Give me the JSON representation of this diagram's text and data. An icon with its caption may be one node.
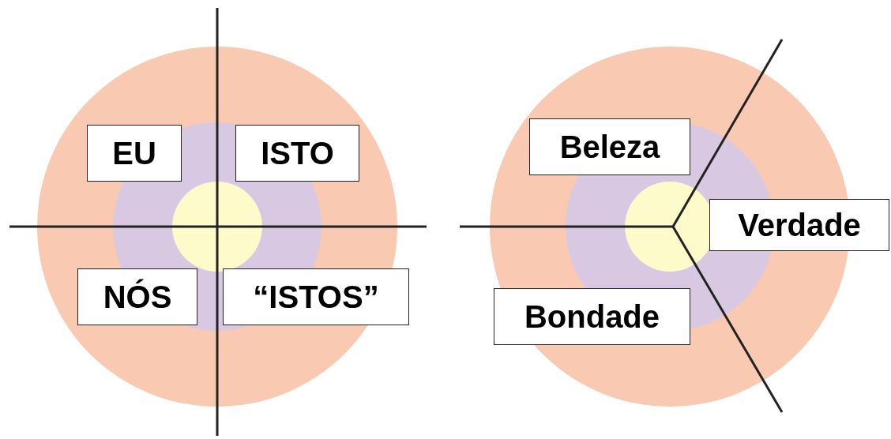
{
  "diagram": {
    "nodes": [
      {
        "text": [
          "EU"
        ]
      },
      {
        "text": [
          "ISTO"
        ]
      },
      {
        "text": [
          "NÓS"
        ]
      },
      {
        "text": [
          "“ISTOS”"
        ]
      },
      {
        "text": [
          "Beleza"
        ]
      },
      {
        "text": [
          "Verdade"
        ]
      },
      {
        "text": [
          "Bondade"
        ]
      }
    ]
  }
}
